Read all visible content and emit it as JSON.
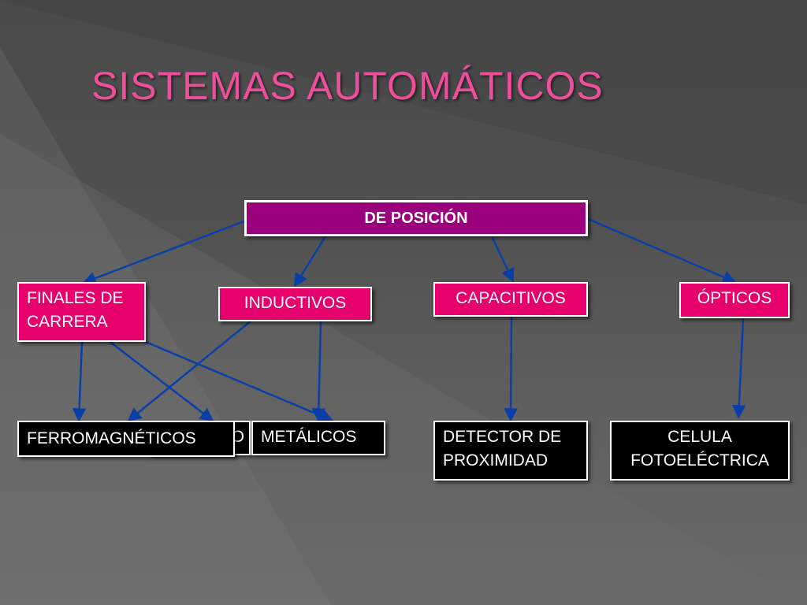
{
  "slide": {
    "title": "SISTEMAS AUTOMÁTICOS"
  },
  "diagram": {
    "root": "DE POSICIÓN",
    "categories": {
      "finales": [
        "FINALES DE",
        "CARRERA"
      ],
      "inductivos": "INDUCTIVOS",
      "capacitivos": "CAPACITIVOS",
      "opticos": "ÓPTICOS"
    },
    "detectors": {
      "ferromagneticos": "FERROMAGNÉTICOS",
      "hidden": "O",
      "metalicos": "METÁLICOS",
      "proximidad": [
        "DETECTOR DE",
        "PROXIMIDAD"
      ],
      "celula": [
        "CELULA",
        "FOTOELÉCTRICA"
      ]
    }
  },
  "colors": {
    "title": "#ee4f9a",
    "root_fill": "#9b007c",
    "category_fill": "#e5006b",
    "detector_fill": "#000000",
    "arrow": "#0a3fa8"
  }
}
